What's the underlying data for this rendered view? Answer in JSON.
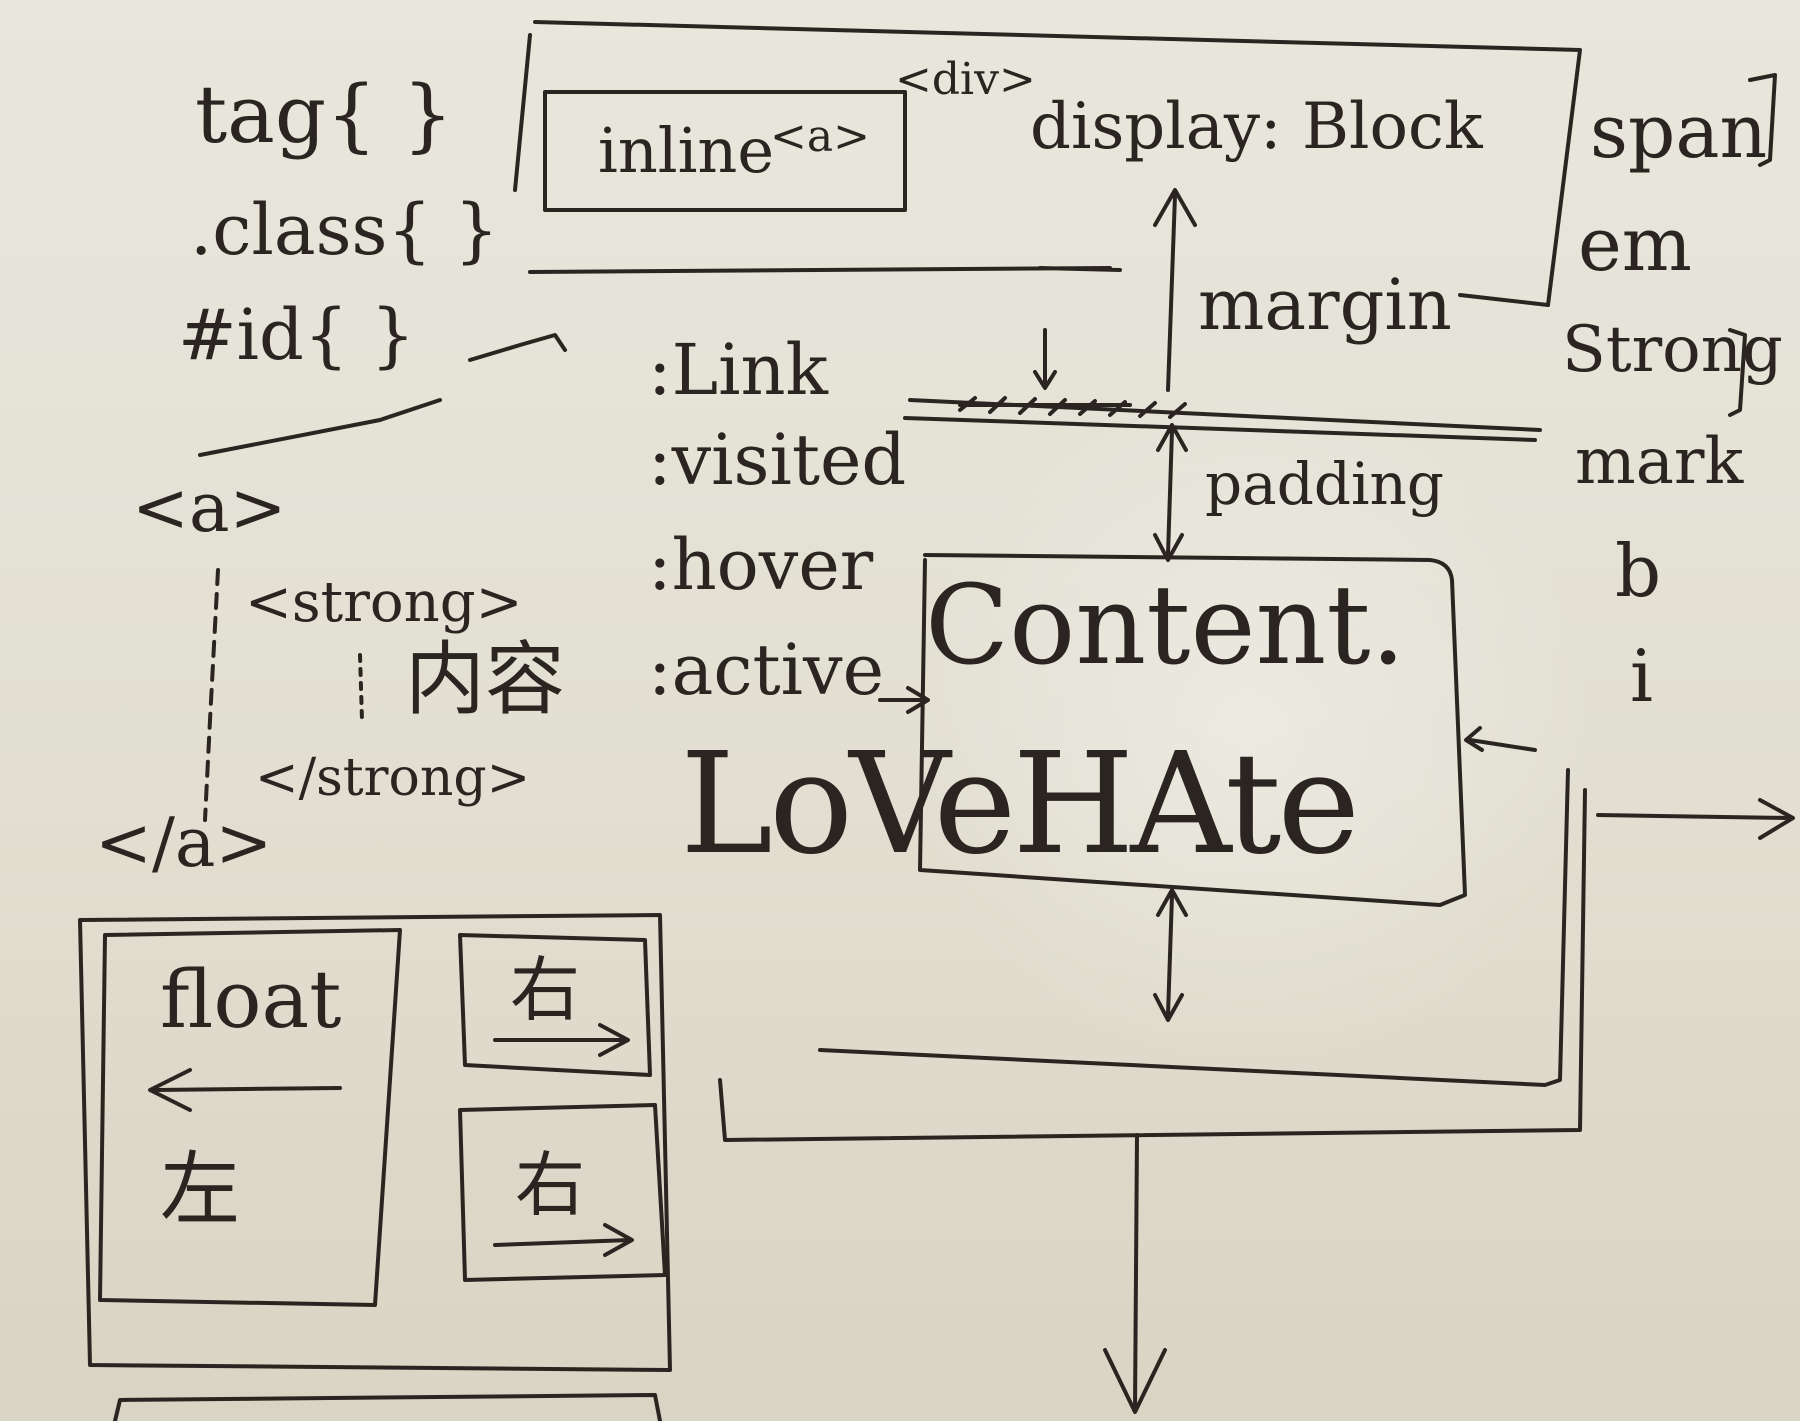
{
  "selectors": {
    "tag": "tag{ }",
    "class": ".class{ }",
    "id": "#id{ }"
  },
  "nesting": {
    "a_open": "<a>",
    "strong_open": "<strong>",
    "content": "内容",
    "strong_close": "</strong>",
    "a_close": "</a>"
  },
  "display_box": {
    "inline_text": "inline",
    "inline_tag": "<a>",
    "div_tag": "<div>",
    "display_text": "display: Block"
  },
  "inline_elements": [
    "span",
    "em",
    "Strong",
    "mark",
    "b",
    "i"
  ],
  "pseudo_classes": [
    ":Link",
    ":visited",
    ":hover",
    ":active"
  ],
  "mnemonic": "LoVeHAte",
  "box_model": {
    "margin": "margin",
    "padding": "padding",
    "content": "Content."
  },
  "float_demo": {
    "float_word": "float",
    "left_char": "左",
    "right_char_1": "右",
    "right_char_2": "右"
  },
  "colors": {
    "board": "#e5e2d6",
    "ink": "#2a2521"
  }
}
